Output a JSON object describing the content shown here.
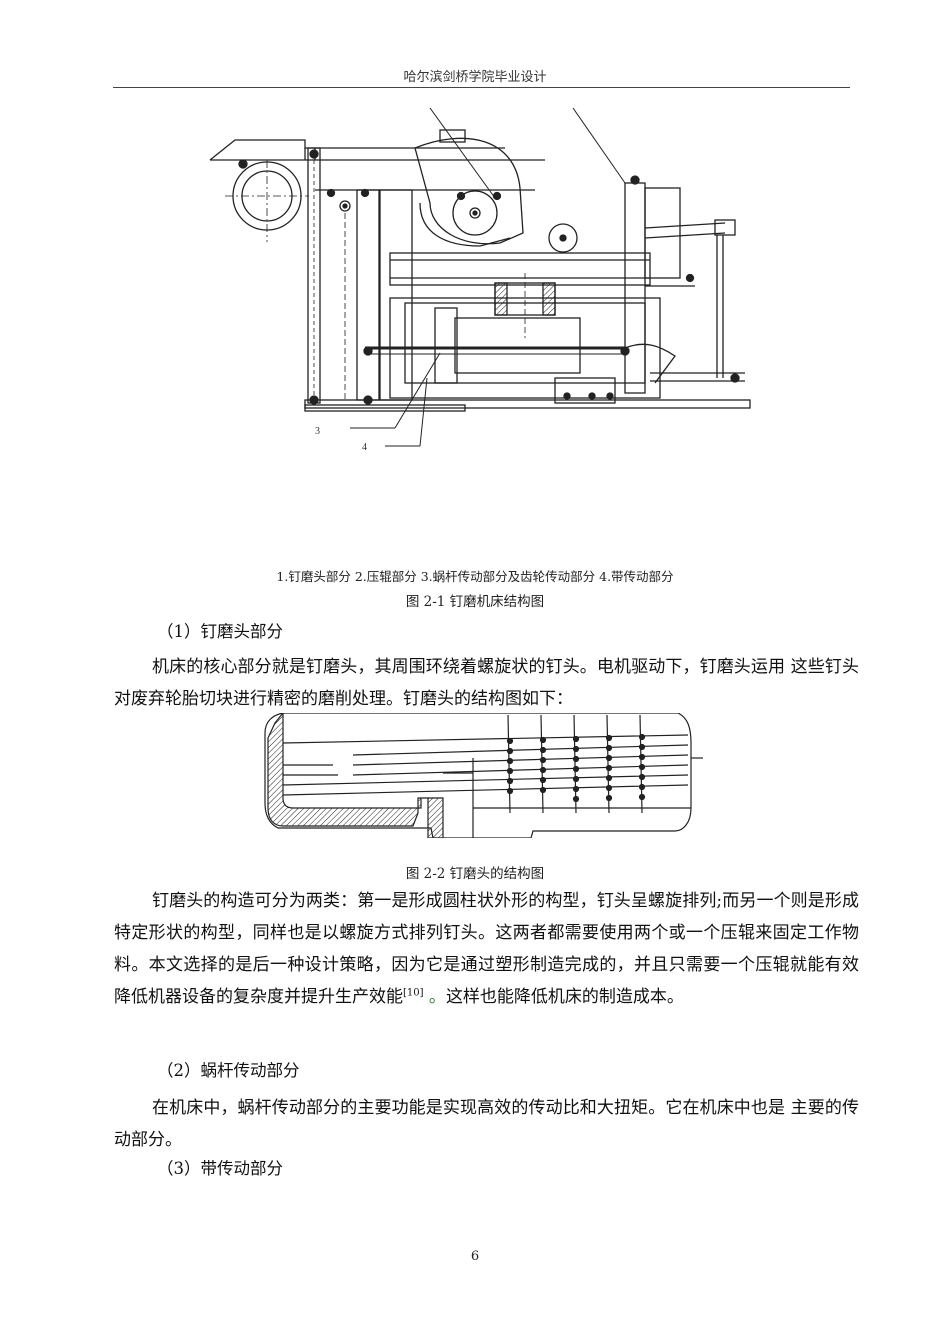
{
  "header": {
    "title": "哈尔滨剑桥学院毕业设计"
  },
  "figure_1": {
    "callout_labels": [
      "3",
      "4"
    ],
    "legend": "1.钉磨头部分  2.压辊部分  3.蜗杆传动部分及齿轮传动部分  4.带传动部分",
    "caption": "图  2-1    钉磨机床结构图"
  },
  "section_1": {
    "heading": "（1）钉磨头部分",
    "paragraph": "机床的核心部分就是钉磨头，其周围环绕着螺旋状的钉头。电机驱动下，钉磨头运用  这些钉头对废弃轮胎切块进行精密的磨削处理。钉磨头的结构图如下："
  },
  "figure_2": {
    "caption": "图  2-2    钉磨头的结构图"
  },
  "section_1_cont": {
    "paragraph_before_ref": "钉磨头的构造可分为两类：第一是形成圆柱状外形的构型，钉头呈螺旋排列;而另一个则是形成特定形状的构型，同样也是以螺旋方式排列钉头。这两者都需要使用两个或一个压辊来固定工作物料。本文选择的是后一种设计策略，因为它是通过塑形制造完成的，并且只需要一个压辊就能有效降低机器设备的复杂度并提升生产效能",
    "citation": "[10]",
    "period": " 。",
    "paragraph_after_ref": "这样也能降低机床的制造成本。"
  },
  "section_2": {
    "heading": "（2）蜗杆传动部分",
    "paragraph": "在机床中，蜗杆传动部分的主要功能是实现高效的传动比和大扭矩。它在机床中也是  主要的传动部分。"
  },
  "section_3": {
    "heading": "（3）带传动部分"
  },
  "footer": {
    "page_number": "6"
  }
}
